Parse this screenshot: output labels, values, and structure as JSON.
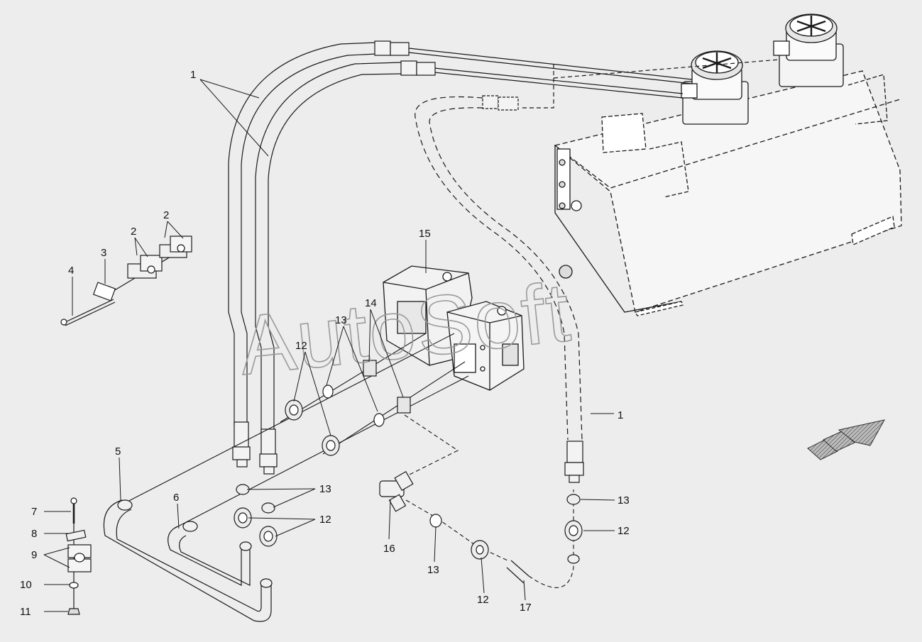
{
  "diagram": {
    "watermark": "AutoSoft",
    "colors": {
      "background": "#ededed",
      "line": "#1a1a1a",
      "part_fill": "#f6f6f6",
      "shade": "#cfcfcf"
    },
    "arrow": {
      "icon": "direction-arrow-icon"
    },
    "callouts": [
      {
        "id": "c1a",
        "label": "1"
      },
      {
        "id": "c1b",
        "label": "1"
      },
      {
        "id": "c2a",
        "label": "2"
      },
      {
        "id": "c2b",
        "label": "2"
      },
      {
        "id": "c3",
        "label": "3"
      },
      {
        "id": "c4",
        "label": "4"
      },
      {
        "id": "c5",
        "label": "5"
      },
      {
        "id": "c6",
        "label": "6"
      },
      {
        "id": "c7",
        "label": "7"
      },
      {
        "id": "c8",
        "label": "8"
      },
      {
        "id": "c9",
        "label": "9"
      },
      {
        "id": "c10",
        "label": "10"
      },
      {
        "id": "c11",
        "label": "11"
      },
      {
        "id": "c12a",
        "label": "12"
      },
      {
        "id": "c12b",
        "label": "12"
      },
      {
        "id": "c12c",
        "label": "12"
      },
      {
        "id": "c12d",
        "label": "12"
      },
      {
        "id": "c13a",
        "label": "13"
      },
      {
        "id": "c13b",
        "label": "13"
      },
      {
        "id": "c13c",
        "label": "13"
      },
      {
        "id": "c13d",
        "label": "13"
      },
      {
        "id": "c14",
        "label": "14"
      },
      {
        "id": "c15",
        "label": "15"
      },
      {
        "id": "c16",
        "label": "16"
      },
      {
        "id": "c17",
        "label": "17"
      }
    ]
  }
}
